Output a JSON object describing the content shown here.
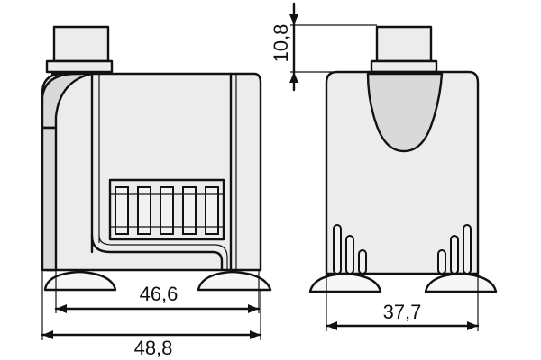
{
  "dimensions": {
    "outlet_height": "10,8",
    "inner_width": "46,6",
    "total_width": "48,8",
    "side_depth": "37,7"
  },
  "icons": {
    "arrow": "arrow-head-icon"
  }
}
